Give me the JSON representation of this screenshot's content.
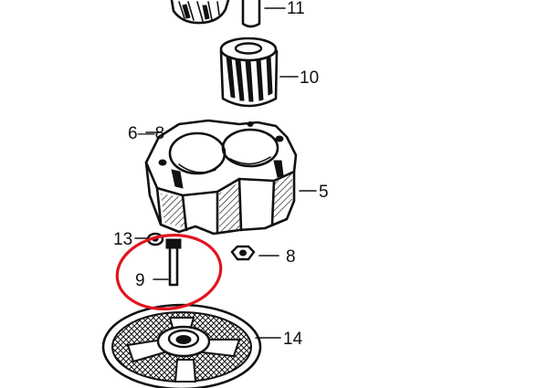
{
  "labels": {
    "l11": "11",
    "l10": "10",
    "l6_8": "6—8",
    "l5": "5",
    "l13": "13",
    "l8": "8",
    "l9": "9",
    "l14": "14"
  },
  "colors": {
    "ink": "#111111",
    "highlight": "#e0141e",
    "background": "#ffffff"
  }
}
